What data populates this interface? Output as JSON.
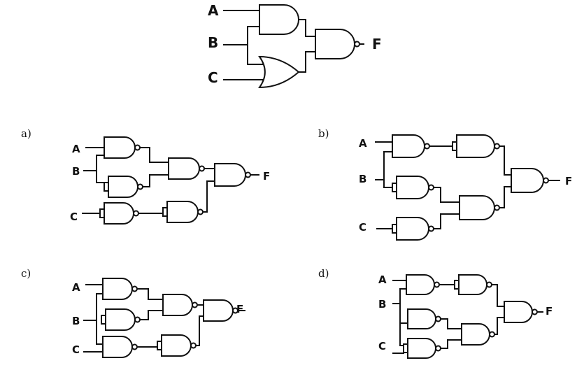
{
  "top_circuit": {
    "inputs": [
      "A",
      "B",
      "C"
    ],
    "output": "F",
    "gates": [
      {
        "id": "and1",
        "type": "AND",
        "inputs": [
          "A",
          "B"
        ]
      },
      {
        "id": "or1",
        "type": "OR",
        "inputs": [
          "B",
          "C"
        ]
      },
      {
        "id": "nand_out",
        "type": "NAND",
        "inputs": [
          "and1",
          "or1"
        ],
        "output": "F"
      }
    ]
  },
  "options": [
    {
      "label": "a)",
      "inputs": [
        "A",
        "B",
        "C"
      ],
      "output": "F"
    },
    {
      "label": "b)",
      "inputs": [
        "A",
        "B",
        "C"
      ],
      "output": "F"
    },
    {
      "label": "c)",
      "inputs": [
        "A",
        "B",
        "C"
      ],
      "output": "F"
    },
    {
      "label": "d)",
      "inputs": [
        "A",
        "B",
        "C"
      ],
      "output": "F"
    }
  ]
}
